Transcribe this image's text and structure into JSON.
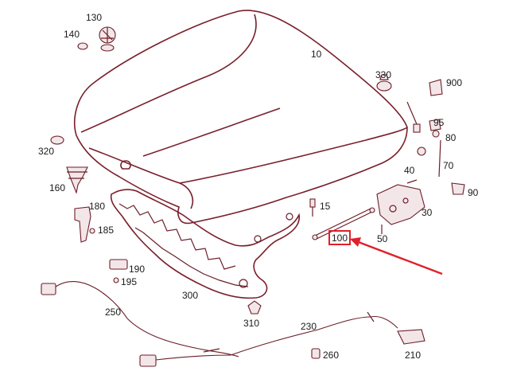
{
  "callouts": {
    "p10": "10",
    "p15": "15",
    "p30": "30",
    "p40": "40",
    "p50": "50",
    "p70": "70",
    "p80": "80",
    "p90": "90",
    "p95": "95",
    "p100": "100",
    "p130": "130",
    "p140": "140",
    "p160": "160",
    "p180": "180",
    "p185": "185",
    "p190": "190",
    "p195": "195",
    "p210": "210",
    "p230": "230",
    "p250": "250",
    "p260": "260",
    "p300": "300",
    "p310": "310",
    "p320": "320",
    "p330": "330",
    "p900": "900"
  },
  "highlight": {
    "part": "100",
    "color": "#e0202a"
  },
  "colors": {
    "line_art": "#7a1f2b",
    "label_text": "#1a1a1a"
  }
}
